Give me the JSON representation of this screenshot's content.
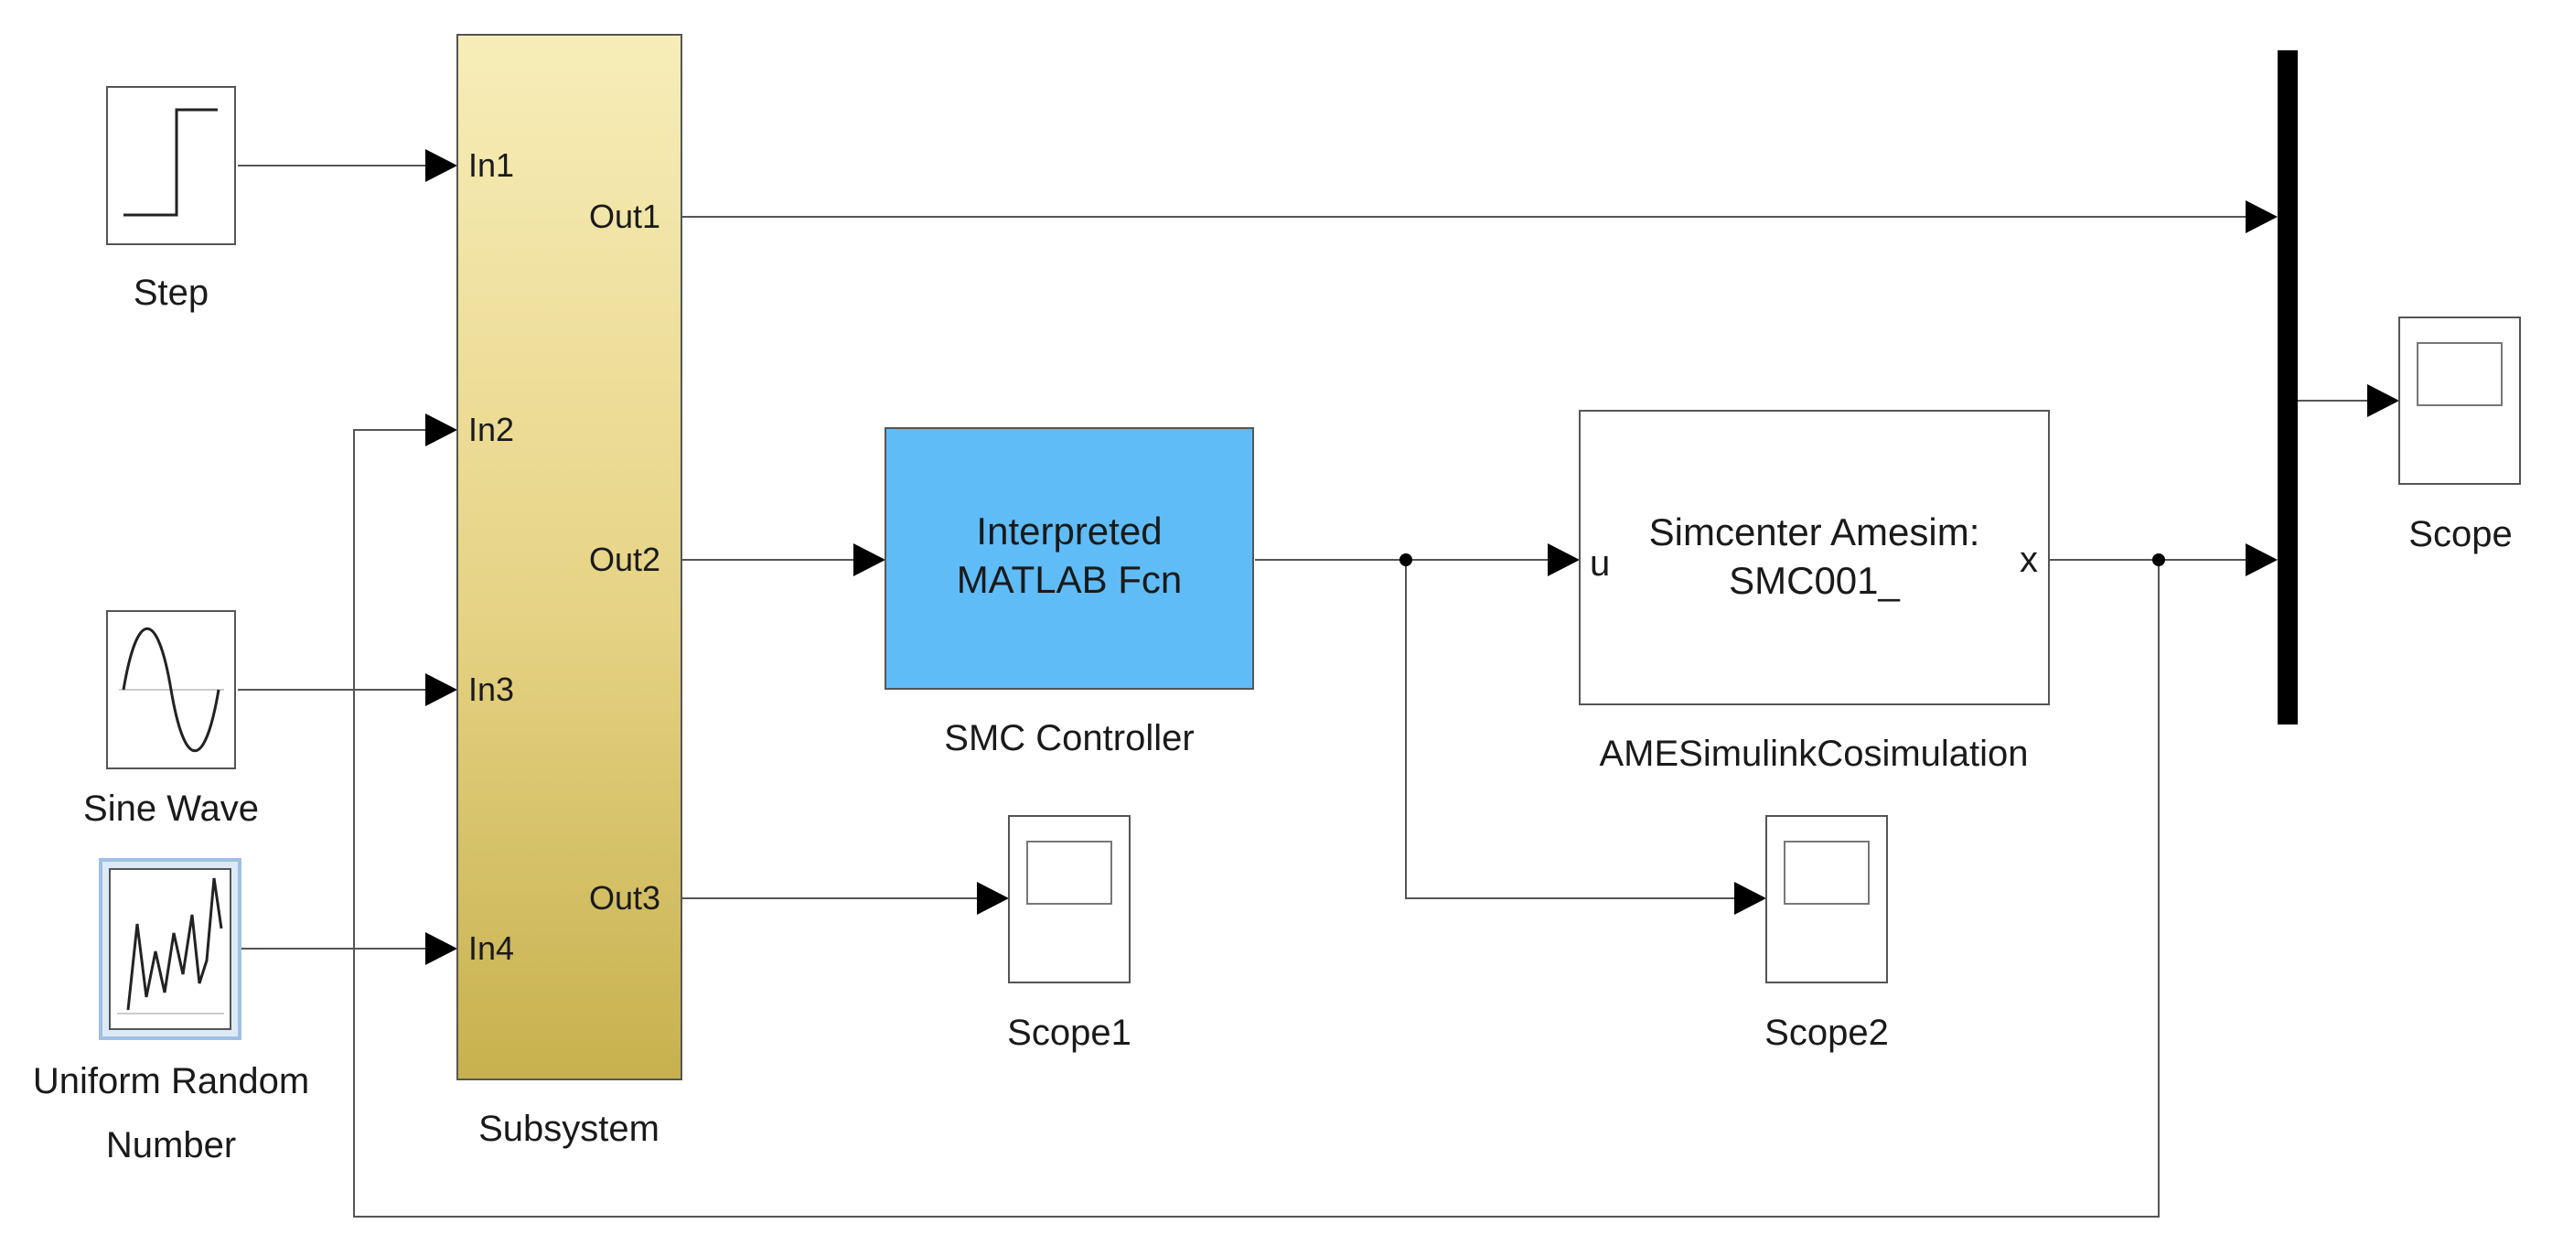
{
  "blocks": {
    "step": {
      "label": "Step"
    },
    "sine_wave": {
      "label": "Sine Wave"
    },
    "uniform_random": {
      "label_line1": "Uniform Random",
      "label_line2": "Number"
    },
    "subsystem": {
      "label": "Subsystem",
      "inputs": [
        "In1",
        "In2",
        "In3",
        "In4"
      ],
      "outputs": [
        "Out1",
        "Out2",
        "Out3"
      ]
    },
    "smc_controller": {
      "label": "SMC Controller",
      "text_line1": "Interpreted",
      "text_line2": "MATLAB Fcn"
    },
    "ame_cosim": {
      "label": "AMESimulinkCosimulation",
      "text_line1": "Simcenter Amesim:",
      "text_line2": "SMC001_",
      "input_port": "u",
      "output_port": "x"
    },
    "scope": {
      "label": "Scope"
    },
    "scope1": {
      "label": "Scope1"
    },
    "scope2": {
      "label": "Scope2"
    }
  },
  "colors": {
    "subsystem_gradient_top": "#f7edb8",
    "subsystem_gradient_bottom": "#c7b14e",
    "controller_fill": "#5fbcf7",
    "line": "#444444",
    "mux": "#000000"
  }
}
